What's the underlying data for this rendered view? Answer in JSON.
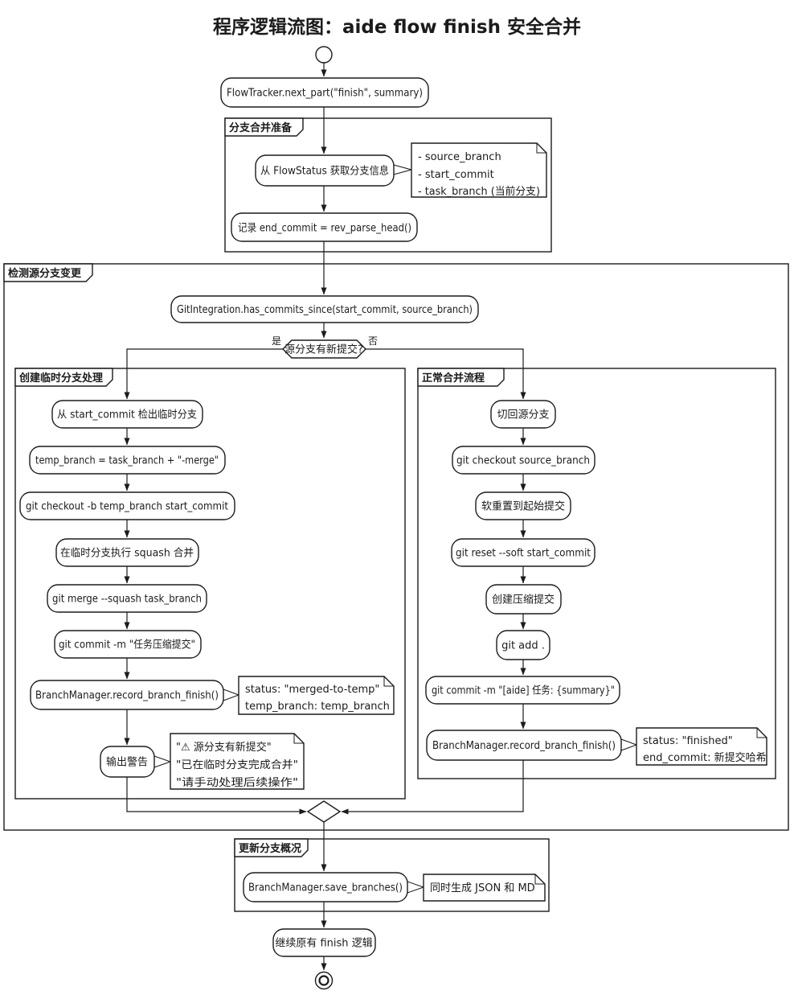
{
  "title": "程序逻辑流图：aide flow finish 安全合并",
  "partitions": {
    "prepare": "分支合并准备",
    "detect": "检测源分支变更",
    "temp_flow": "创建临时分支处理",
    "normal_flow": "正常合并流程",
    "update": "更新分支概况"
  },
  "decision": {
    "label": "源分支有新提交?",
    "yes": "是",
    "no": "否"
  },
  "nodes": {
    "next_part": "FlowTracker.next_part(\"finish\", summary)",
    "get_branch_info": "从 FlowStatus 获取分支信息",
    "record_end_commit": "记录 end_commit = rev_parse_head()",
    "has_commits_since": "GitIntegration.has_commits_since(start_commit, source_branch)",
    "checkout_temp": "从 start_commit 检出临时分支",
    "temp_branch_assign": "temp_branch = task_branch + \"-merge\"",
    "git_checkout_b": "git checkout -b temp_branch start_commit",
    "squash_on_temp": "在临时分支执行 squash 合并",
    "git_merge_squash": "git merge --squash task_branch",
    "git_commit_squash": "git commit -m \"任务压缩提交\"",
    "record_finish_left": "BranchManager.record_branch_finish()",
    "warn": "输出警告",
    "switch_back": "切回源分支",
    "git_checkout_source": "git checkout source_branch",
    "soft_reset": "软重置到起始提交",
    "git_reset_soft": "git reset --soft start_commit",
    "create_squash_commit": "创建压缩提交",
    "git_add": "git add .",
    "git_commit_task": "git commit -m \"[aide] 任务: {summary}\"",
    "record_finish_right": "BranchManager.record_branch_finish()",
    "save_branches": "BranchManager.save_branches()",
    "continue_finish": "继续原有 finish 逻辑"
  },
  "notes": {
    "branch_info": {
      "line1": "- source_branch",
      "line2": "- start_commit",
      "line3": "- task_branch (当前分支)"
    },
    "merged_to_temp": {
      "line1": "status: \"merged-to-temp\"",
      "line2": "temp_branch: temp_branch"
    },
    "warning": {
      "line1": "\"⚠ 源分支有新提交\"",
      "line2": "\"已在临时分支完成合并\"",
      "line3": "\"请手动处理后续操作\""
    },
    "finished": {
      "line1": "status: \"finished\"",
      "line2": "end_commit: 新提交哈希"
    },
    "save_output": {
      "line1": "同时生成 JSON 和 MD"
    }
  },
  "colors": {
    "stroke": "#1b1b1b",
    "background": "#ffffff"
  }
}
